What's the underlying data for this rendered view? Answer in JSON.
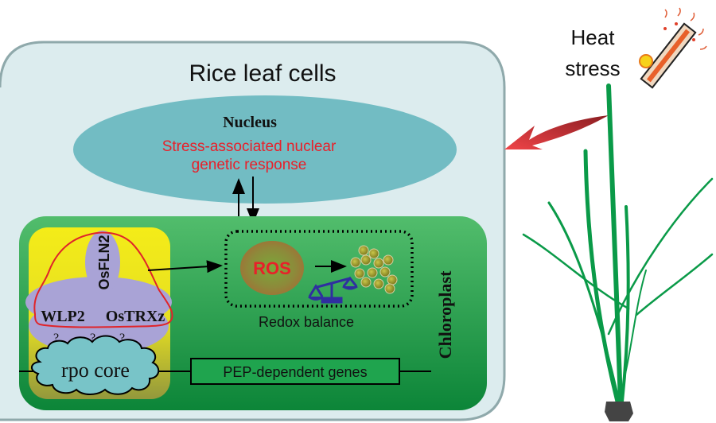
{
  "cell": {
    "title": "Rice leaf cells"
  },
  "nucleus": {
    "title": "Nucleus",
    "line1": "Stress-associated nuclear",
    "line2": "genetic response"
  },
  "chloroplast": {
    "label": "Chloroplast"
  },
  "complex": {
    "osfln2": "OsFLN2",
    "wlp2": "WLP2",
    "ostrxz": "OsTRXz",
    "unknown_marks": [
      "?",
      "?",
      "?"
    ],
    "rpo_core": "rpo core"
  },
  "redox": {
    "ros": "ROS",
    "label": "Redox balance"
  },
  "genes": {
    "label": "PEP-dependent genes"
  },
  "stress": {
    "line1": "Heat",
    "line2": "stress"
  },
  "colors": {
    "cell_fill": "#dcecee",
    "cell_border": "#8fa9ab",
    "nucleus_fill": "#72bcc3",
    "red_text": "#e8202a",
    "chloroplast_top": "#4cba64",
    "chloroplast_bottom": "#0f8a3c",
    "complex_bg_top": "#f2ea1a",
    "complex_bg_bottom": "#9a9f3a",
    "protein_fill": "#a9a3d6",
    "rpo_fill": "#78c4c8",
    "plant_green": "#0a9a48",
    "arrow_red": "#e23a3e",
    "scale_blue": "#2f2fa0"
  }
}
